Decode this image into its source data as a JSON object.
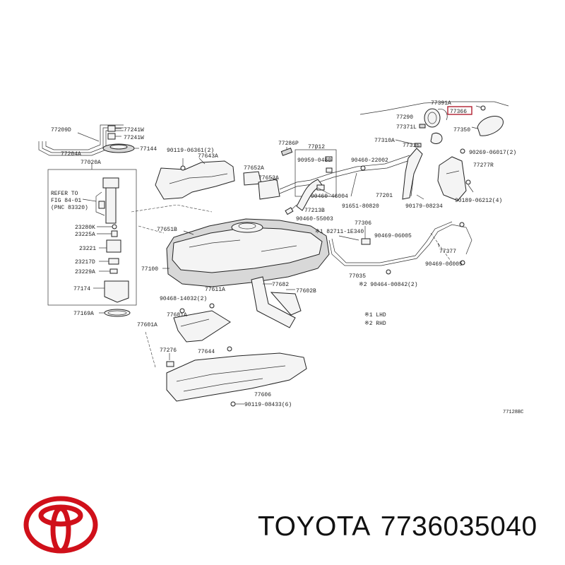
{
  "brand": "TOYOTA",
  "part_number": "7736035040",
  "colors": {
    "logo_red": "#d0101a",
    "highlight": "#b02030"
  },
  "labels": {
    "l77209d": "77209D",
    "l77241w_1": "77241W",
    "l77241w_2": "77241W",
    "l77204a": "77204A",
    "l77144": "77144",
    "l77020a": "77020A",
    "refer_1": "REFER TO",
    "refer_2": "FIG 84-01",
    "refer_3": "(PNC 83320)",
    "l23280k": "23280K",
    "l23225a": "23225A",
    "l23221": "23221",
    "l23217d": "23217D",
    "l23229a": "23229A",
    "l77174": "77174",
    "l77169a": "77169A",
    "l90119_06361": "90119-06361(2)",
    "l77643a": "77643A",
    "l77652a": "77652A",
    "l77653a": "77653A",
    "l77286p": "77286P",
    "l77012": "77012",
    "l90959_04": "90959-0480",
    "l90460_22002": "90460-22002",
    "l90460_46004": "90460-46004",
    "l77213b": "77213B",
    "l90460_55003": "90460-55003",
    "l77201": "77201",
    "l91651_80820": "91651-80820",
    "l90179_08234": "90179-08234",
    "l77391a": "77391A",
    "l77366": "77366",
    "l77290": "77290",
    "l77371l": "77371L",
    "l77350": "77350",
    "l77310a": "77310A",
    "l77316": "77316",
    "l90269_06017": "90269-06017(2)",
    "l77277r": "77277R",
    "l90189_06212": "90189-06212(4)",
    "l77306": "77306",
    "l82711": "※1 82711-1E340",
    "l90469_06005a": "90469-06005",
    "l77377": "77377",
    "l90469_06005b": "90469-06005",
    "l77035": "77035",
    "l90464_00842": "※2 90464-00842(2)",
    "l77651b": "77651B",
    "l77100": "77100",
    "l90468_14032": "90468-14032(2)",
    "l77611a": "77611A",
    "l77681a": "77681A",
    "l77601a": "77601A",
    "l77682": "77682",
    "l77602b": "77602B",
    "l77276": "77276",
    "l77644": "77644",
    "l77606": "77606",
    "l90119_08433": "90119-08433(6)",
    "note_lhd": "※1 LHD",
    "note_rhd": "※2 RHD",
    "fig_code": "77128BC"
  }
}
